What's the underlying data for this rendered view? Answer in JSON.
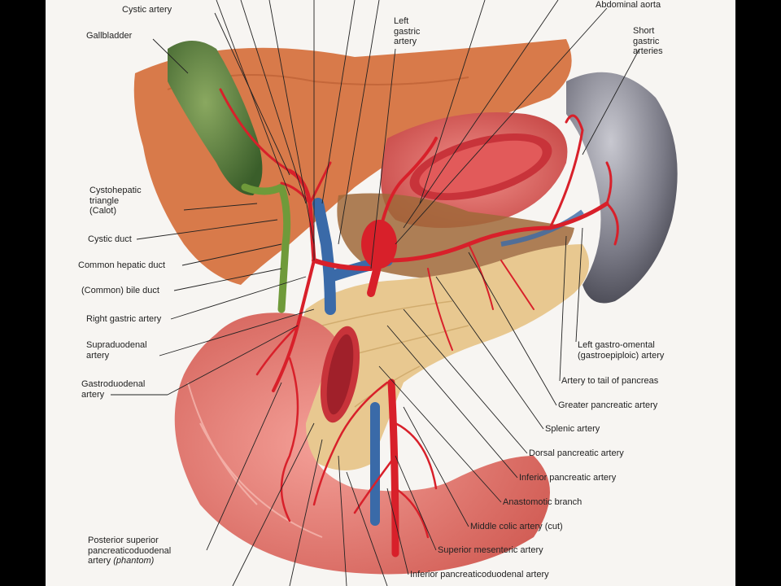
{
  "labels": {
    "top": {
      "cystic_artery": "Cystic artery",
      "gallbladder": "Gallbladder",
      "left_gastric_artery": [
        "Left",
        "gastric",
        "artery"
      ],
      "abdominal_aorta": "Abdominal aorta",
      "short_gastric_arteries": [
        "Short",
        "gastric",
        "arteries"
      ]
    },
    "left": {
      "cystohepatic_triangle": [
        "Cystohepatic",
        "triangle",
        "(Calot)"
      ],
      "cystic_duct": "Cystic duct",
      "common_hepatic_duct": "Common hepatic duct",
      "common_bile_duct": "(Common) bile duct",
      "right_gastric_artery": "Right gastric artery",
      "supraduodenal_artery": [
        "Supraduodenal",
        "artery"
      ],
      "gastroduodenal_artery": [
        "Gastroduodenal",
        "artery"
      ],
      "posterior_superior_pd_artery": [
        "Posterior superior",
        "pancreaticoduodenal",
        "artery",
        "(phantom)"
      ]
    },
    "right": {
      "left_gastro_omental_artery": [
        "Left gastro-omental",
        "(gastroepiploic) artery"
      ],
      "artery_tail_pancreas": "Artery to tail of pancreas",
      "greater_pancreatic_artery": "Greater pancreatic artery",
      "splenic_artery": "Splenic artery",
      "dorsal_pancreatic_artery": "Dorsal pancreatic artery",
      "inferior_pancreatic_artery": "Inferior pancreatic artery",
      "anastomotic_branch": "Anastomotic branch",
      "middle_colic_artery": "Middle colic artery (cut)",
      "superior_mesenteric_artery": "Superior mesenteric artery",
      "inferior_pd_artery": "Inferior pancreaticoduodenal artery"
    }
  },
  "colors": {
    "liver": "#d87a4a",
    "gallbladder": "#4e7a3a",
    "stomach": "#e0706a",
    "spleen": "#6e6e78",
    "pancreas": "#e8c890",
    "duodenum": "#e27a72",
    "artery": "#d8202a",
    "vein": "#3a6aa8",
    "bile_duct": "#6f9a3a"
  }
}
